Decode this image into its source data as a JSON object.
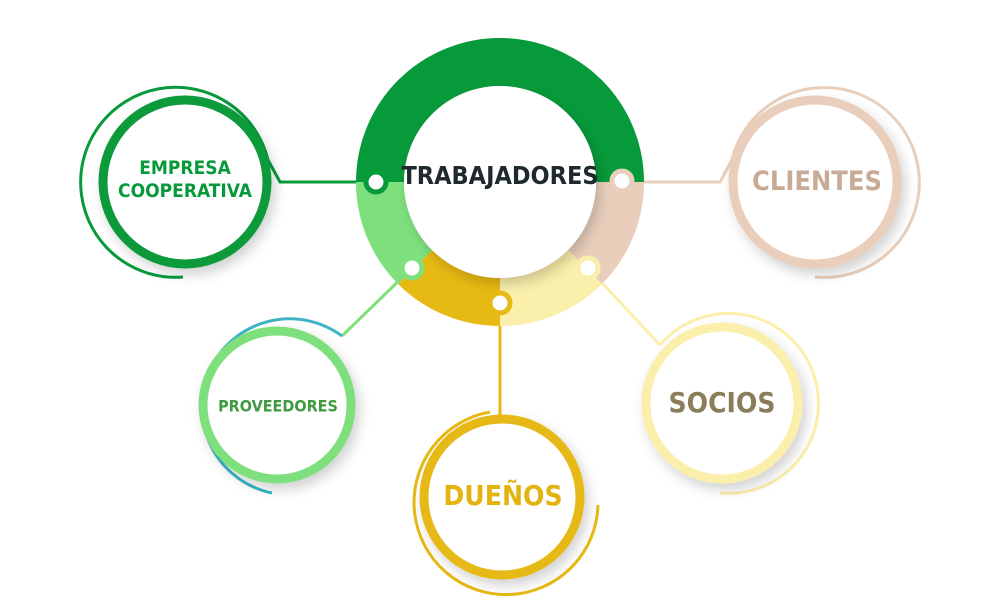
{
  "center": {
    "label": "TRABAJADORES",
    "color": "#1e2a2e"
  },
  "nodes": {
    "empresa": {
      "label": "EMPRESA\nCOOPERATIVA",
      "color": "#079a3a"
    },
    "clientes": {
      "label": "CLIENTES",
      "color": "#e9cfbb",
      "text_color": "#c8ab97"
    },
    "proveedores": {
      "label": "PROVEEDORES",
      "color": "#7ee07d",
      "accent": "#3db5c4",
      "text_color": "#3f9a40"
    },
    "duenos": {
      "label": "DUEÑOS",
      "color": "#e7b914",
      "text_color": "#e3b310"
    },
    "socios": {
      "label": "SOCIOS",
      "color": "#fbefac",
      "text_color": "#8a7d5a"
    }
  }
}
